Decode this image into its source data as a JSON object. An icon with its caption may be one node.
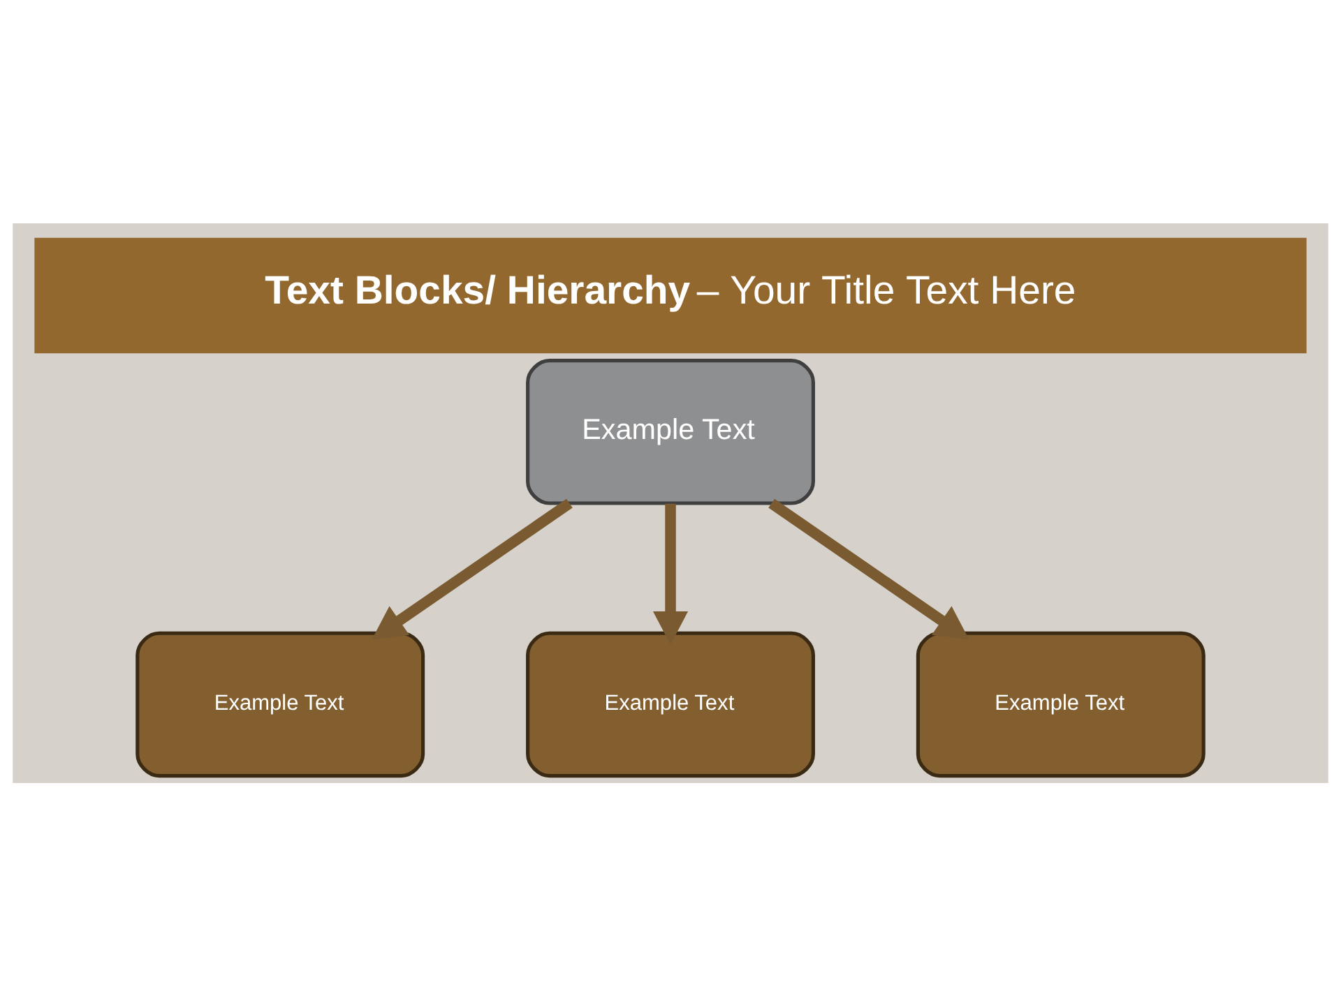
{
  "diagram": {
    "title": "**Text Blocks/ Hierarchy** – Your Title Text Here",
    "nodes": [
      {
        "text": [
          "Example Text"
        ]
      },
      {
        "text": [
          "Example Text"
        ]
      },
      {
        "text": [
          "Example Text"
        ]
      },
      {
        "text": [
          "Example Text"
        ]
      }
    ],
    "edges": [
      {
        "from": 0,
        "to": 1,
        "arrow": "to"
      },
      {
        "from": 0,
        "to": 2,
        "arrow": "to"
      },
      {
        "from": 0,
        "to": 3,
        "arrow": "to"
      }
    ]
  }
}
